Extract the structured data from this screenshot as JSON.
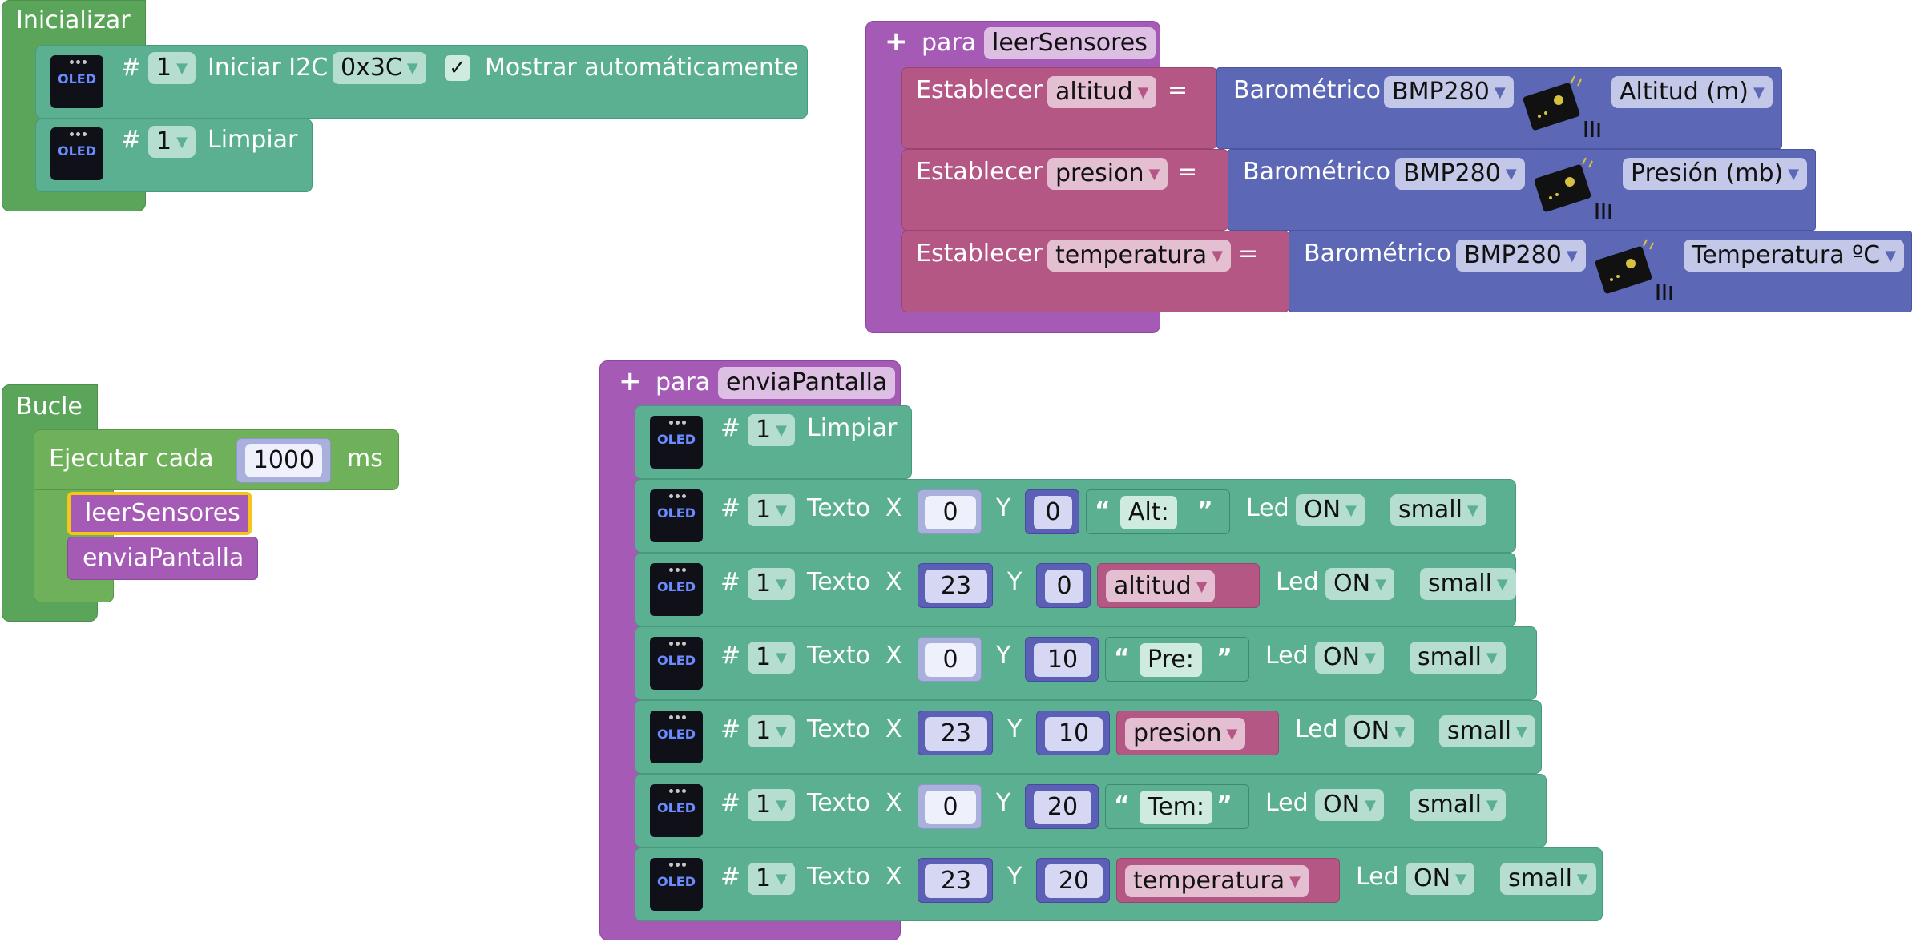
{
  "colors": {
    "event_green": "#5ba55b",
    "oled_teal": "#5bb091",
    "procedure_purple": "#a55bb6",
    "variable_rose": "#b45784",
    "sensor_blue": "#5c68b5",
    "selected_outline": "#f5c518"
  },
  "inicializar": {
    "title": "Inicializar",
    "iniciar": {
      "hash": "#",
      "index": "1",
      "action": "Iniciar I2C",
      "address": "0x3C",
      "checkbox": "✓",
      "auto_label": "Mostrar automáticamente"
    },
    "limpiar": {
      "hash": "#",
      "index": "1",
      "action": "Limpiar"
    }
  },
  "bucle": {
    "title": "Bucle",
    "ejecutar_label": "Ejecutar cada",
    "interval": "1000",
    "unit": "ms",
    "calls": [
      "leerSensores",
      "enviaPantalla"
    ]
  },
  "oled_icon": "OLED",
  "leerSensores": {
    "para": "para",
    "name": "leerSensores",
    "rows": [
      {
        "set": "Establecer",
        "var": "altitud",
        "eq": "=",
        "sensor": "Barométrico",
        "model": "BMP280",
        "measure": "Altitud (m)"
      },
      {
        "set": "Establecer",
        "var": "presion",
        "eq": "=",
        "sensor": "Barométrico",
        "model": "BMP280",
        "measure": "Presión (mb)"
      },
      {
        "set": "Establecer",
        "var": "temperatura",
        "eq": "=",
        "sensor": "Barométrico",
        "model": "BMP280",
        "measure": "Temperatura ºC"
      }
    ]
  },
  "enviaPantalla": {
    "para": "para",
    "name": "enviaPantalla",
    "limpiar": {
      "hash": "#",
      "index": "1",
      "action": "Limpiar"
    },
    "rows": [
      {
        "hash": "#",
        "index": "1",
        "texto": "Texto",
        "x_label": "X",
        "x": "0",
        "y_label": "Y",
        "y": "0",
        "kind": "text",
        "value": "Alt:",
        "led_label": "Led",
        "led": "ON",
        "size": "small"
      },
      {
        "hash": "#",
        "index": "1",
        "texto": "Texto",
        "x_label": "X",
        "x": "23",
        "y_label": "Y",
        "y": "0",
        "kind": "var",
        "value": "altitud",
        "led_label": "Led",
        "led": "ON",
        "size": "small"
      },
      {
        "hash": "#",
        "index": "1",
        "texto": "Texto",
        "x_label": "X",
        "x": "0",
        "y_label": "Y",
        "y": "10",
        "kind": "text",
        "value": "Pre:",
        "led_label": "Led",
        "led": "ON",
        "size": "small"
      },
      {
        "hash": "#",
        "index": "1",
        "texto": "Texto",
        "x_label": "X",
        "x": "23",
        "y_label": "Y",
        "y": "10",
        "kind": "var",
        "value": "presion",
        "led_label": "Led",
        "led": "ON",
        "size": "small"
      },
      {
        "hash": "#",
        "index": "1",
        "texto": "Texto",
        "x_label": "X",
        "x": "0",
        "y_label": "Y",
        "y": "20",
        "kind": "text",
        "value": "Tem:",
        "led_label": "Led",
        "led": "ON",
        "size": "small"
      },
      {
        "hash": "#",
        "index": "1",
        "texto": "Texto",
        "x_label": "X",
        "x": "23",
        "y_label": "Y",
        "y": "20",
        "kind": "var",
        "value": "temperatura",
        "led_label": "Led",
        "led": "ON",
        "size": "small"
      }
    ]
  }
}
